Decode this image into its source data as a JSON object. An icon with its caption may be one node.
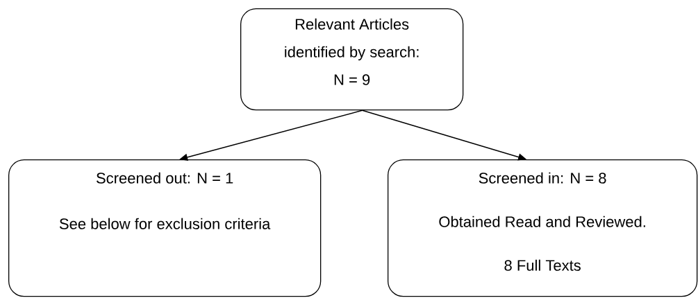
{
  "diagram": {
    "nodes": [
      {
        "text": [
          "Relevant Articles identified by search: N = 9"
        ]
      },
      {
        "text": [
          "Screened out: N = 1",
          "See below for exclusion criteria"
        ]
      },
      {
        "text": [
          "Screened in: N = 8",
          "Obtained Read and Reviewed.",
          "8 Full Texts"
        ]
      }
    ],
    "edges": [
      {
        "from": 0,
        "to": 1,
        "arrow": "to"
      },
      {
        "from": 0,
        "to": 2,
        "arrow": "to"
      }
    ]
  }
}
